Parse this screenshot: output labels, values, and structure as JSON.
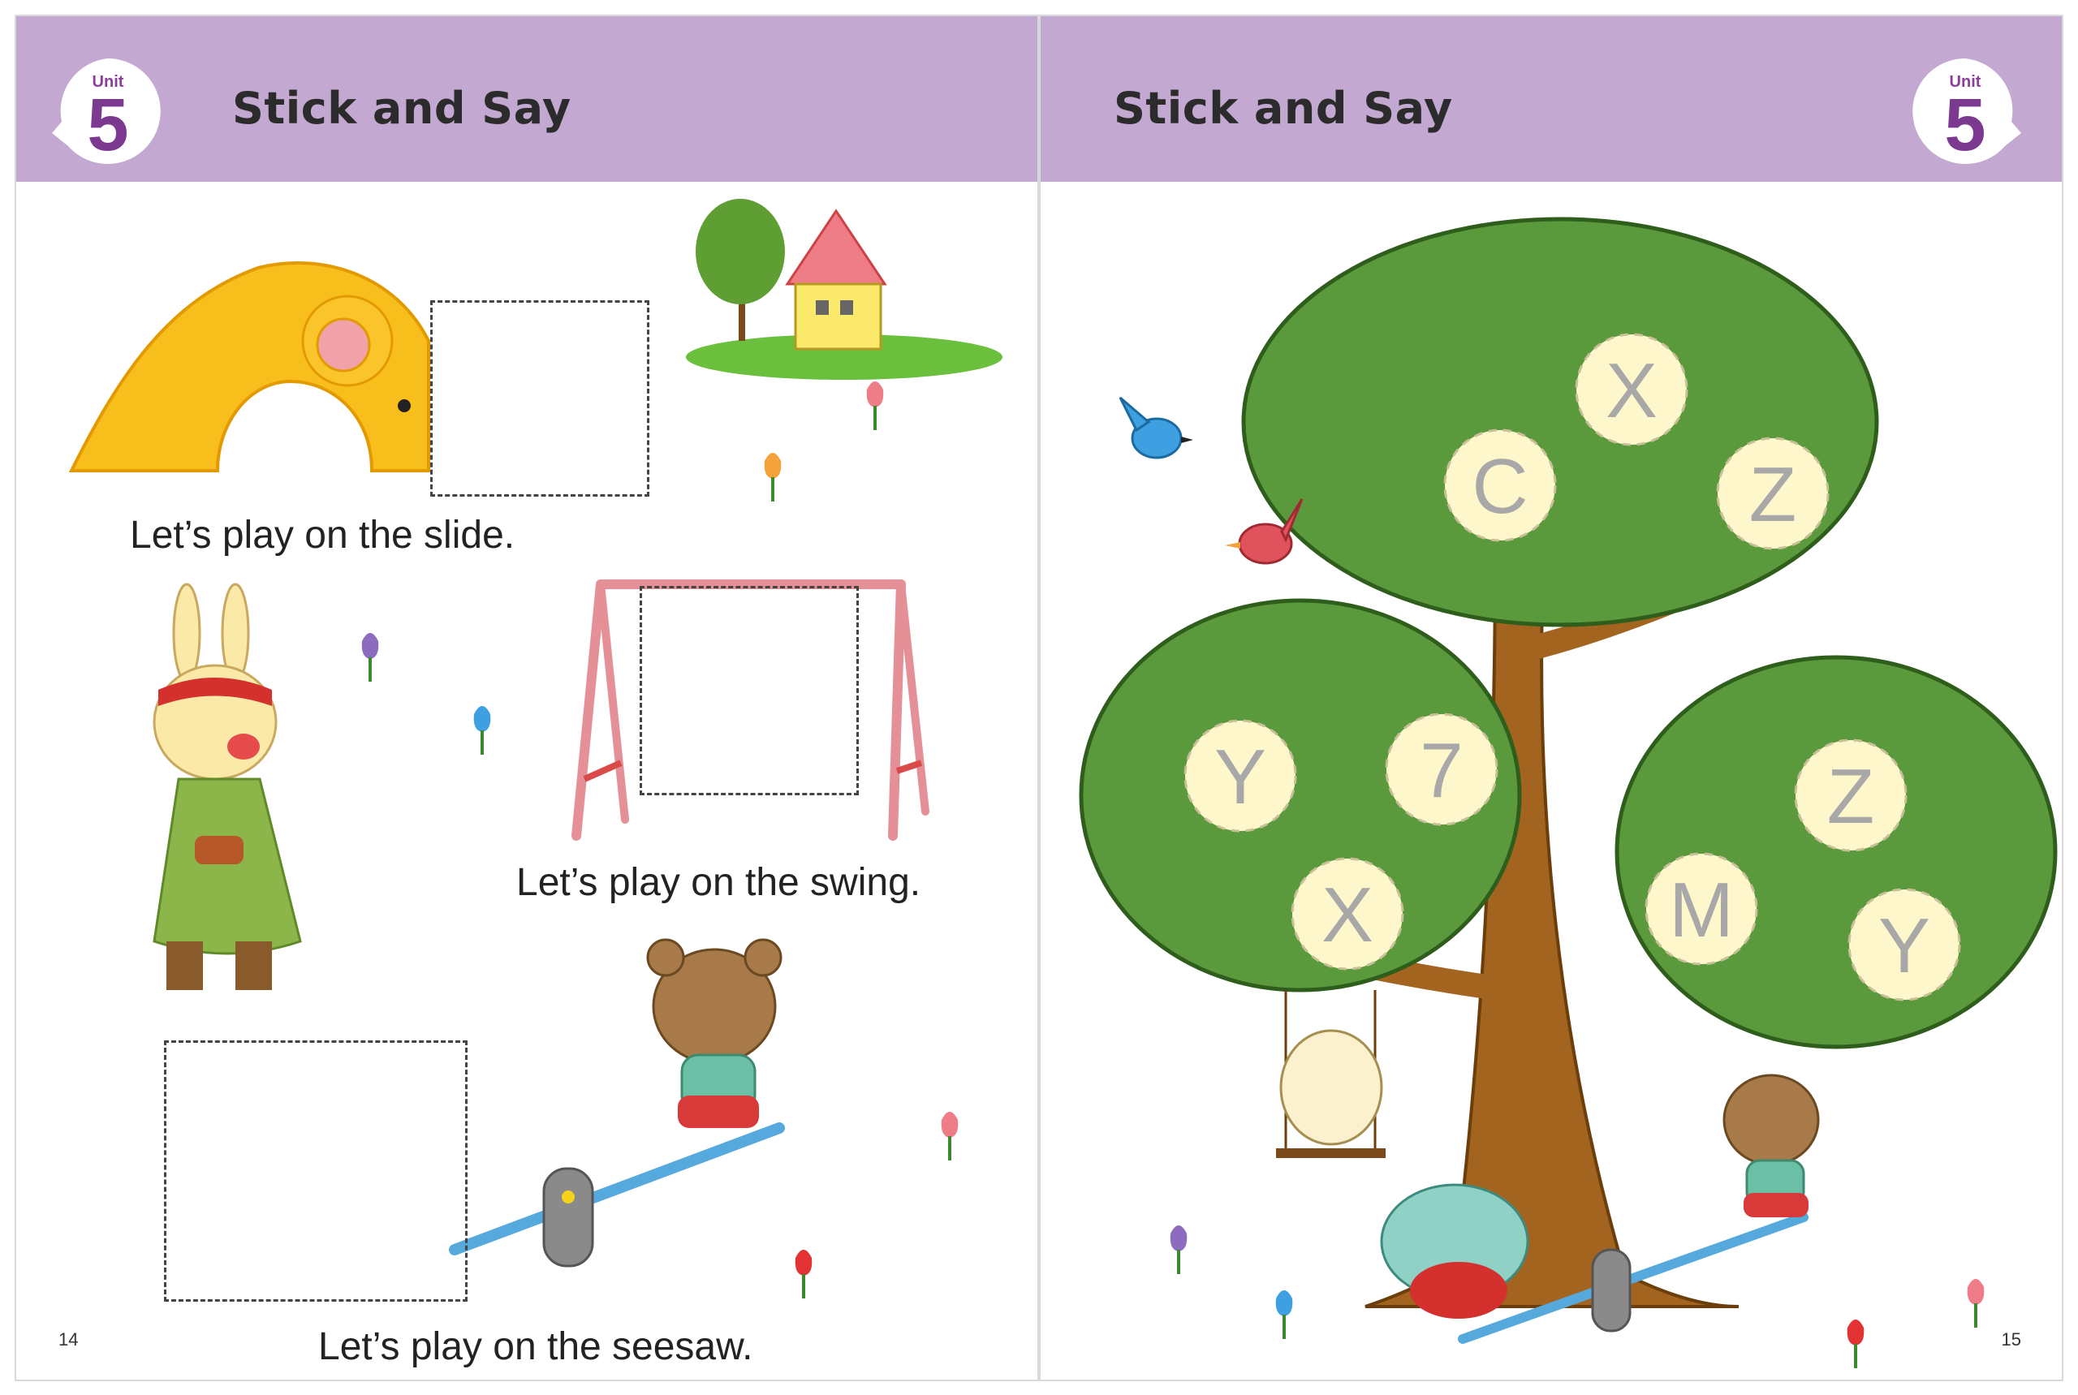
{
  "left_page": {
    "unit_label": "Unit",
    "unit_number": "5",
    "title": "Stick and Say",
    "captions": {
      "slide": "Let’s play on the slide.",
      "swing": "Let’s play on the swing.",
      "seesaw": "Let’s play on the seesaw."
    },
    "page_number": "14"
  },
  "right_page": {
    "unit_label": "Unit",
    "unit_number": "5",
    "title": "Stick and Say",
    "page_number": "15",
    "tree_letters": [
      "X",
      "C",
      "Z",
      "Y",
      "7",
      "X",
      "Z",
      "M",
      "Y"
    ]
  },
  "colors": {
    "header_band": "#c3a8d1",
    "unit_number": "#7b3a8f",
    "tree_green": "#5b9a3c",
    "letter_circle": "#fff7cc",
    "letter_text": "#a8a8a8"
  }
}
